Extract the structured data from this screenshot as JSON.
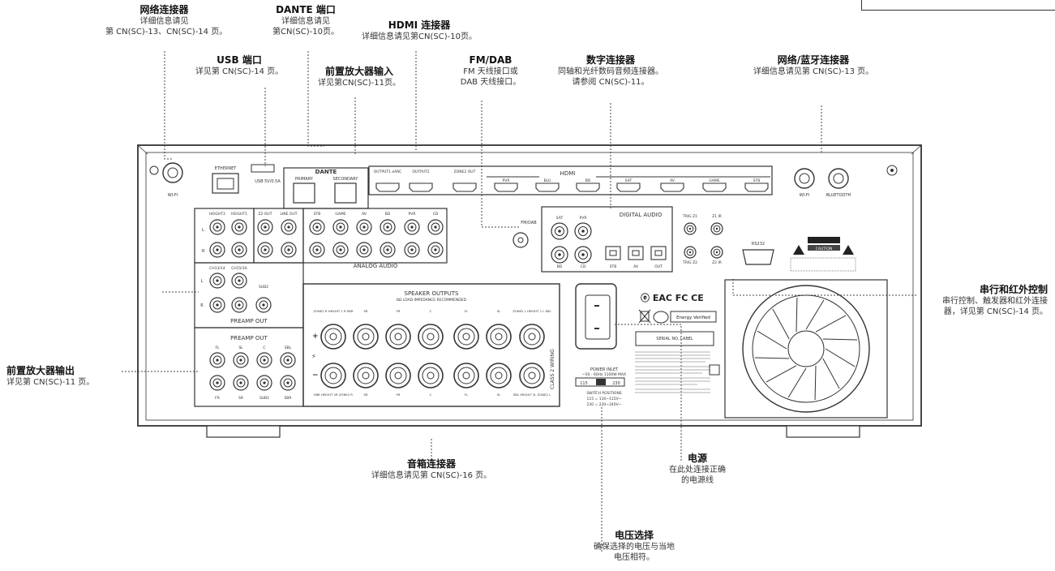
{
  "callouts": {
    "network": {
      "title": "网络连接器",
      "lines": [
        "详细信息请见",
        "第 CN(SC)-13、CN(SC)-14 页。"
      ]
    },
    "dante": {
      "title": "DANTE 端口",
      "lines": [
        "详细信息请见",
        "第CN(SC)-10页。"
      ]
    },
    "hdmi": {
      "title": "HDMI 连接器",
      "lines": [
        "详细信息请见第CN(SC)-10页。"
      ]
    },
    "usb": {
      "title": "USB 端口",
      "lines": [
        "详见第 CN(SC)-14 页。"
      ]
    },
    "preamp_in": {
      "title": "前置放大器输入",
      "lines": [
        "详见第CN(SC)-11页。"
      ]
    },
    "fmdab": {
      "title": "FM/DAB",
      "lines": [
        "FM 天线接口或",
        "DAB 天线接口。"
      ]
    },
    "digital": {
      "title": "数字连接器",
      "lines": [
        "同轴和光纤数码音频连接器。",
        "请参阅 CN(SC)-11。"
      ]
    },
    "net_bt": {
      "title": "网络/蓝牙连接器",
      "lines": [
        "详细信息请见第 CN(SC)-13 页。"
      ]
    },
    "serial_ir": {
      "title": "串行和红外控制",
      "lines": [
        "串行控制、触发器和红外连接",
        "器，详见第 CN(SC)-14 页。"
      ]
    },
    "preamp_out": {
      "title": "前置放大器输出",
      "lines": [
        "详见第 CN(SC)-11 页。"
      ]
    },
    "speaker": {
      "title": "音箱连接器",
      "lines": [
        "详细信息请见第 CN(SC)-16 页。"
      ]
    },
    "power": {
      "title": "电源",
      "lines": [
        "在此处连接正确",
        "的电源线"
      ]
    },
    "voltage": {
      "title": "电压选择",
      "lines": [
        "确保选择的电压与当地",
        "电压相符。"
      ]
    }
  },
  "panel": {
    "wifi_left": "WI-FI",
    "ethernet": "ETHERNET",
    "usb": "USB 5V/0.5A",
    "dante": "DANTE",
    "dante_primary": "PRIMARY",
    "dante_secondary": "SECONDARY",
    "hdmi_title": "HDMI",
    "hdmi_ports": [
      "OUTPUT1 eARC",
      "OUTPUT2",
      "ZONE2 OUT",
      "PVR",
      "BLU",
      "BD",
      "SAT",
      "AV",
      "GAME",
      "STB"
    ],
    "wifi_right": "WI-FI",
    "bluetooth": "BLUETOOTH",
    "rca_top_labels": [
      "HEIGHT2",
      "HEIGHT1",
      "Z2 OUT",
      "LINE OUT",
      "STB",
      "GAME",
      "AV",
      "BD",
      "PVR",
      "CD"
    ],
    "analog_audio": "ANALOG AUDIO",
    "fm_dab": "FM/DAB",
    "digital_audio": "DIGITAL AUDIO",
    "coax_labels": [
      "SAT",
      "PVR",
      "BD",
      "CD"
    ],
    "optical_labels": [
      "STB",
      "AV",
      "OUT"
    ],
    "trig": [
      "TRIG Z1",
      "Z1 IR",
      "TRIG Z2",
      "Z2 IR"
    ],
    "rs232": "RS232",
    "caution": "CAUTION",
    "preamp_mid_labels": [
      "CH13/14",
      "CH15/16",
      "SUB2"
    ],
    "preamp_out": "PREAMP OUT",
    "preamp_bottom_labels": [
      "FL",
      "SL",
      "C",
      "SBL",
      "FR",
      "SR",
      "SUB1",
      "SBR"
    ],
    "lr": [
      "L",
      "R"
    ],
    "speaker_title": "SPEAKER OUTPUTS",
    "speaker_sub": "8Ω LOAD IMPEDANCE RECOMMENDED",
    "speaker_top_labels": [
      "ZONE2 R HEIGHT 1 R SBR",
      "SR",
      "FR",
      "C",
      "FL",
      "SL",
      "ZONE2 L HEIGHT 1 L SBL"
    ],
    "speaker_bottom_labels": [
      "SBR HEIGHT 2R ZONE2 R",
      "SR",
      "FR",
      "C",
      "FL",
      "SL",
      "SBL HEIGHT 2L ZONE2 L"
    ],
    "class2": "CLASS 2 WIRING",
    "marks": [
      "ⓔ EAC FC CE",
      "Energy Verified"
    ],
    "serial_label": "SERIAL NO. LABEL",
    "power_inlet": "POWER INLET",
    "power_rating": "~50 - 60Hz 1100W MAX",
    "volt_115": "115",
    "volt_230": "230",
    "switch_positions": [
      "SWITCH POSITIONS",
      "115 = 110~115V~",
      "230 = 220~240V~"
    ]
  }
}
